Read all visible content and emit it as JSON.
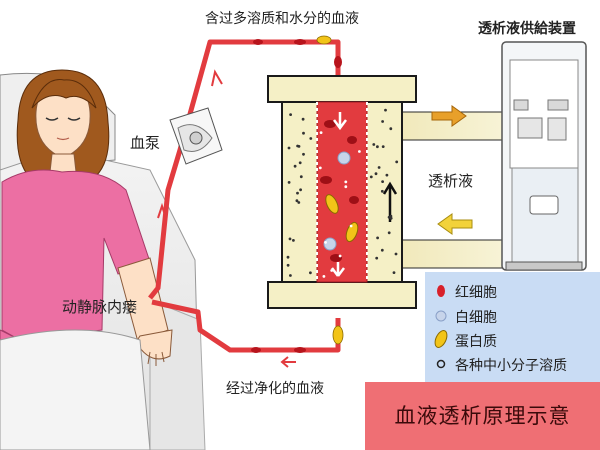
{
  "labels": {
    "inflow_blood": "含过多溶质和水分的血液",
    "device_title": "透析液供給装置",
    "pump": "血泵",
    "dialysate": "透析液",
    "fistula": "动静脉内瘘",
    "outflow_blood": "经过净化的血液"
  },
  "legend": {
    "items": [
      {
        "label": "红细胞",
        "icon": "red-blood-cell-icon",
        "color": "#d8202a"
      },
      {
        "label": "白细胞",
        "icon": "white-blood-cell-icon",
        "color": "#c7d4ea"
      },
      {
        "label": "蛋白质",
        "icon": "protein-icon",
        "color": "#f2c418"
      },
      {
        "label": "各种中小分子溶质",
        "icon": "solute-icon",
        "color": "#222222"
      }
    ]
  },
  "banner": {
    "title": "血液透析原理示意",
    "color": "#ef6f74"
  },
  "colors": {
    "blood_tube": "#e23b3f",
    "dialyzer_fill": "#f5f0c6",
    "dialyzer_frame": "#1a1a1a",
    "flow_out_arrow": "#e8a02a",
    "flow_in_arrow": "#f2d23a",
    "legend_bg": "#c9dcf4"
  }
}
